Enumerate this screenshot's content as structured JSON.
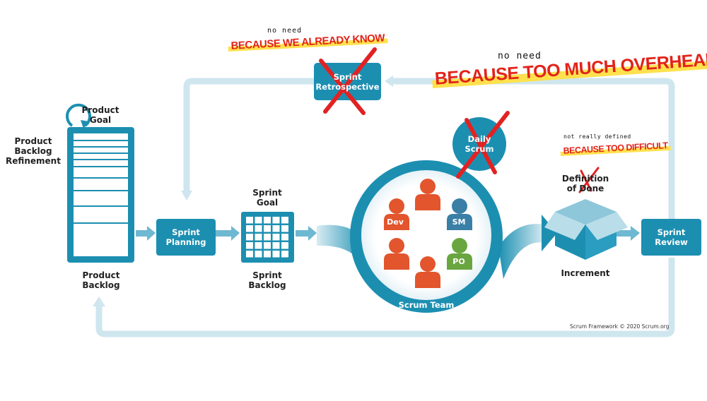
{
  "artifacts": {
    "product_goal": "Product\nGoal",
    "product_backlog_refinement": "Product\nBacklog\nRefinement",
    "product_backlog": "Product\nBacklog",
    "sprint_planning": "Sprint\nPlanning",
    "sprint_goal": "Sprint\nGoal",
    "sprint_backlog": "Sprint\nBacklog",
    "sprint_retrospective": "Sprint\nRetrospective",
    "daily_scrum": "Daily\nScrum",
    "definition_of_done": "Definition\nof Done",
    "increment": "Increment",
    "sprint_review": "Sprint\nReview",
    "scrum_team": "Scrum Team"
  },
  "team_roles": [
    "Dev",
    "SM",
    "PO"
  ],
  "annotations": {
    "retro_note": "no need",
    "retro_banner": "BECAUSE WE ALREADY KNOW",
    "daily_note": "no need",
    "daily_banner": "BECAUSE TOO MUCH OVERHEAD",
    "dod_note": "not really defined",
    "dod_banner": "BECAUSE TOO DIFFICULT"
  },
  "credit": "Scrum Framework © 2020 Scrum.org",
  "colors": {
    "teal": "#1c8fb1",
    "light_teal": "#a9d3e2",
    "person_orange": "#e2552d",
    "person_blue": "#3a7fa6",
    "person_green": "#6aa640",
    "strike_red": "#e22222",
    "banner_red": "#e2231a",
    "banner_yellow": "#ffe14d"
  }
}
